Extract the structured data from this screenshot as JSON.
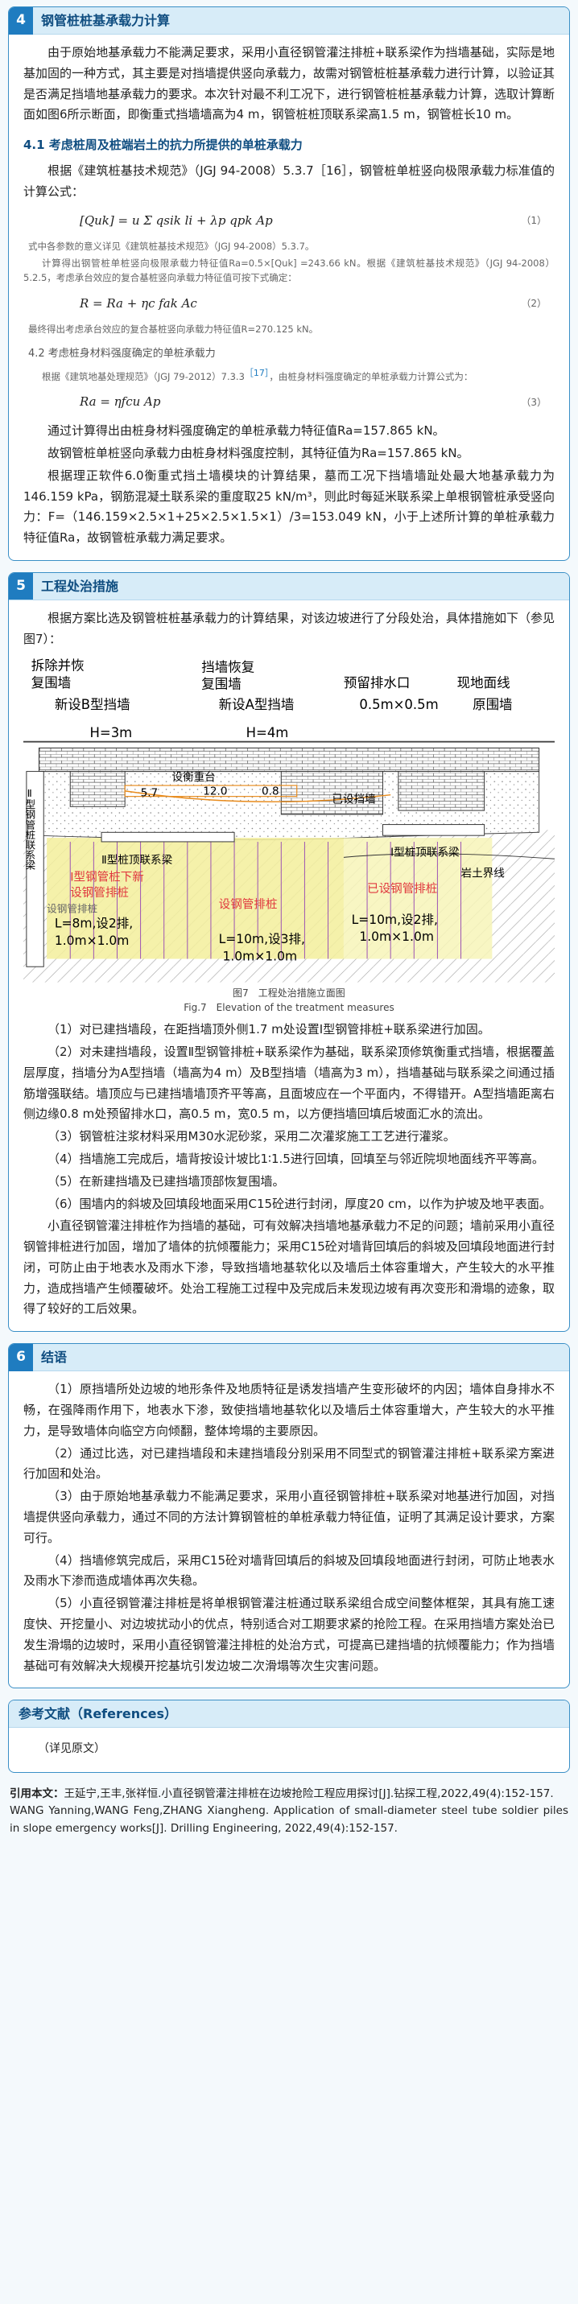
{
  "section4": {
    "num": "4",
    "title": "钢管桩桩基承载力计算",
    "p1": "由于原始地基承载力不能满足要求，采用小直径钢管灌注排桩+联系梁作为挡墙基础，实际是地基加固的一种方式，其主要是对挡墙提供竖向承载力，故需对钢管桩桩基承载力进行计算，以验证其是否满足挡墙地基承载力的要求。本次针对最不利工况下，进行钢管桩桩基承载力计算，选取计算断面如图6所示断面，即衡重式挡墙墙高为4 m，钢管桩桩顶联系梁高1.5 m，钢管桩长10 m。",
    "sub41": "4.1 考虑桩周及桩端岩土的抗力所提供的单桩承载力",
    "p2_a": "根据《建筑桩基技术规范》（JGJ 94-2008）5.3.7［16］，钢管桩单桩竖向极限承载力标准值的计算公式：",
    "eq1": "[Quk] = u Σ qsik li + λp qpk Ap",
    "eq1_num": "（1）",
    "note1": "式中各参数的意义详见《建筑桩基技术规范》（JGJ 94-2008）5.3.7。",
    "note2": "计算得出钢管桩单桩竖向极限承载力特征值Ra=0.5×[Quk] =243.66 kN。根据《建筑桩基技术规范》（JGJ 94-2008）5.2.5，考虑承台效应的复合基桩竖向承载力特征值可按下式确定：",
    "eq2": "R = Ra + ηc fak Ac",
    "eq2_num": "（2）",
    "note3": "最终得出考虑承台效应的复合基桩竖向承载力特征值R=270.125 kN。",
    "sub42": "4.2 考虑桩身材料强度确定的单桩承载力",
    "note4_a": "根据《建筑地基处理规范》（JGJ 79-2012）7.3.3",
    "note4_ref": "［17］",
    "note4_b": "，由桩身材料强度确定的单桩承载力计算公式为：",
    "eq3": "Ra = ηfcu Ap",
    "eq3_num": "（3）",
    "p3": "通过计算得出由桩身材料强度确定的单桩承载力特征值Ra=157.865 kN。",
    "p4": "故钢管桩单桩竖向承载力由桩身材料强度控制，其特征值为Ra=157.865 kN。",
    "p5": "根据理正软件6.0衡重式挡土墙模块的计算结果，墓而工况下挡墙墙趾处最大地基承载力为146.159 kPa，钢筋混凝土联系梁的重度取25 kN/m³，则此时每延米联系梁上单根钢管桩承受竖向力：F=（146.159×2.5×1+25×2.5×1.5×1）/3=153.049 kN，小于上述所计算的单桩承载力特征值Ra，故钢管桩承载力满足要求。"
  },
  "section5": {
    "num": "5",
    "title": "工程处治措施",
    "p1": "根据方案比选及钢管桩桩基承载力的计算结果，对该边坡进行了分段处治，具体措施如下（参见图7）：",
    "figure": {
      "lbl_dismantle": "拆除并恢",
      "lbl_restore": "复围墙",
      "lbl_newB": "新设B型挡墙",
      "lbl_h3": "H=3m",
      "lbl_wall_restore": "挡墙恢复",
      "lbl_wall_restore2": "复围墙",
      "lbl_newA": "新设A型挡墙",
      "lbl_h4": "H=4m",
      "lbl_drain": "预留排水口",
      "lbl_drain_size": "0.5m×0.5m",
      "lbl_ground": "现地面线",
      "lbl_orig_wall": "原围墙",
      "lbl_bench": "设衡重台",
      "lbl_bench2": "12.0",
      "lbl_bench3": "0.8",
      "lbl_span1": "5.7",
      "lbl_existing": "已设挡墙",
      "lbl_left_side": "Ⅱ型钢管桩联系梁",
      "lbl_beam2": "Ⅱ型桩顶联系梁",
      "lbl_beam1": "Ⅰ型桩顶联系梁",
      "lbl_rock": "岩土界线",
      "lbl_pile_left": "设钢管排桩",
      "lbl_pile_left2": "1.0m×1.0m",
      "lbl_pile_left3": "L=8m,设2排,",
      "lbl_pile_mid": "设钢管排桩",
      "lbl_pile_mid2": "L=10m,设3排,",
      "lbl_pile_mid3": "1.0m×1.0m",
      "lbl_pile_right": "已设钢管排桩",
      "lbl_pile_right2": "L=10m,设2排,",
      "lbl_pile_right3": "1.0m×1.0m",
      "lbl_pile_redA": "Ⅰ型钢管桩下新",
      "lbl_pile_redB": "设钢管排桩"
    },
    "cap_cn": "图7　工程处治措施立面图",
    "cap_en": "Fig.7　Elevation of the treatment measures",
    "items": [
      "（1）对已建挡墙段，在距挡墙顶外侧1.7 m处设置Ⅰ型钢管排桩+联系梁进行加固。",
      "（2）对未建挡墙段，设置Ⅱ型钢管排桩+联系梁作为基础，联系梁顶修筑衡重式挡墙，根据覆盖层厚度，挡墙分为A型挡墙（墙高为4 m）及B型挡墙（墙高为3 m），挡墙基础与联系梁之间通过插筋增强联结。墙顶应与已建挡墙墙顶齐平等高，且面坡应在一个平面内，不得错开。A型挡墙距离右侧边缘0.8 m处预留排水口，高0.5 m，宽0.5 m，以方便挡墙回填后坡面汇水的流出。",
      "（3）钢管桩注浆材料采用M30水泥砂浆，采用二次灌浆施工工艺进行灌浆。",
      "（4）挡墙施工完成后，墙背按设计坡比1∶1.5进行回填，回填至与邻近院坝地面线齐平等高。",
      "（5）在新建挡墙及已建挡墙顶部恢复围墙。",
      "（6）围墙内的斜坡及回填段地面采用C15砼进行封闭，厚度20 cm，以作为护坡及地平表面。",
      "小直径钢管灌注排桩作为挡墙的基础，可有效解决挡墙地基承载力不足的问题；墙前采用小直径钢管排桩进行加固，增加了墙体的抗倾覆能力；采用C15砼对墙背回填后的斜坡及回填段地面进行封闭，可防止由于地表水及雨水下渗，导致挡墙地基软化以及墙后土体容重增大，产生较大的水平推力，造成挡墙产生倾覆破坏。处治工程施工过程中及完成后未发现边坡有再次变形和滑塌的迹象，取得了较好的工后效果。"
    ]
  },
  "section6": {
    "num": "6",
    "title": "结语",
    "items": [
      "（1）原挡墙所处边坡的地形条件及地质特征是诱发挡墙产生变形破坏的内因；墙体自身排水不畅，在强降雨作用下，地表水下渗，致使挡墙地基软化以及墙后土体容重增大，产生较大的水平推力，是导致墙体向临空方向倾翻，整体垮塌的主要原因。",
      "（2）通过比选，对已建挡墙段和未建挡墙段分别采用不同型式的钢管灌注排桩+联系梁方案进行加固和处治。",
      "（3）由于原始地基承载力不能满足要求，采用小直径钢管排桩+联系梁对地基进行加固，对挡墙提供竖向承载力，通过不同的方法计算钢管桩的单桩承载力特征值，证明了其满足设计要求，方案可行。",
      "（4）挡墙修筑完成后，采用C15砼对墙背回填后的斜坡及回填段地面进行封闭，可防止地表水及雨水下渗而造成墙体再次失稳。",
      "（5）小直径钢管灌注排桩是将单根钢管灌注桩通过联系梁组合成空间整体框架，其具有施工速度快、开挖量小、对边坡扰动小的优点，特别适合对工期要求紧的抢险工程。在采用挡墙方案处治已发生滑塌的边坡时，采用小直径钢管灌注排桩的处治方式，可提高已建挡墙的抗倾覆能力；作为挡墙基础可有效解决大规模开挖基坑引发边坡二次滑塌等次生灾害问题。"
    ]
  },
  "references": {
    "title": "参考文献（References）",
    "body": "（详见原文）"
  },
  "citation": {
    "label": "引用本文：",
    "cn": "王延宁,王丰,张祥恒.小直径钢管灌注排桩在边坡抢险工程应用探讨[J].钻探工程,2022,49(4):152-157.",
    "en": "WANG Yanning,WANG Feng,ZHANG Xiangheng. Application of small-diameter steel tube soldier piles in slope emergency works[J]. Drilling Engineering, 2022,49(4):152-157."
  },
  "colors": {
    "accent": "#1f7cc0",
    "header_bg": "#d7ecf8",
    "title": "#0f4d80",
    "pile_yellow": "#f3ef9b",
    "pile_red": "#e0393f",
    "pile_purple": "#9a4fb4"
  }
}
